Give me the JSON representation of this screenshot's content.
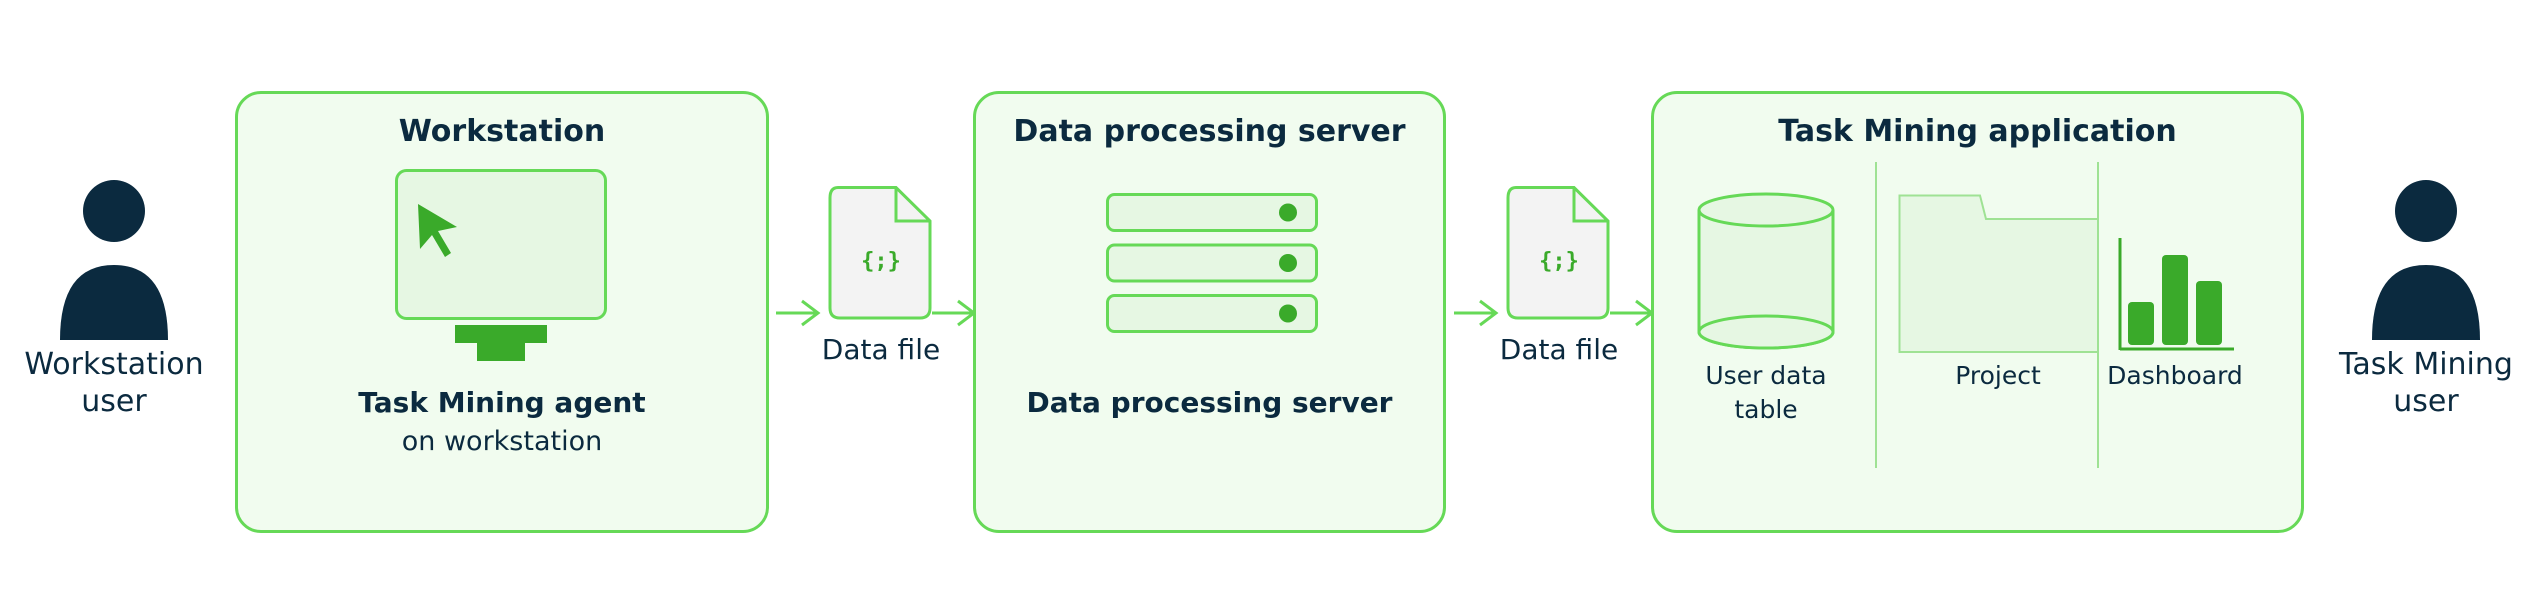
{
  "users": {
    "left": "Workstation user",
    "right": "Task Mining user"
  },
  "workstation": {
    "title": "Workstation",
    "agent_title": "Task Mining agent",
    "agent_subtitle": "on workstation"
  },
  "files": {
    "first_label": "Data file",
    "second_label": "Data file",
    "glyph": "{;}"
  },
  "server": {
    "title": "Data processing server",
    "label": "Data processing server"
  },
  "application": {
    "title": "Task Mining application",
    "components": [
      {
        "label": "User data table"
      },
      {
        "label": "Project"
      },
      {
        "label": "Dashboard"
      }
    ]
  },
  "colors": {
    "accent": "#66d957",
    "accent_dark": "#3aaa2a",
    "box_fill": "#f1fcef",
    "text": "#0b2a3f"
  }
}
